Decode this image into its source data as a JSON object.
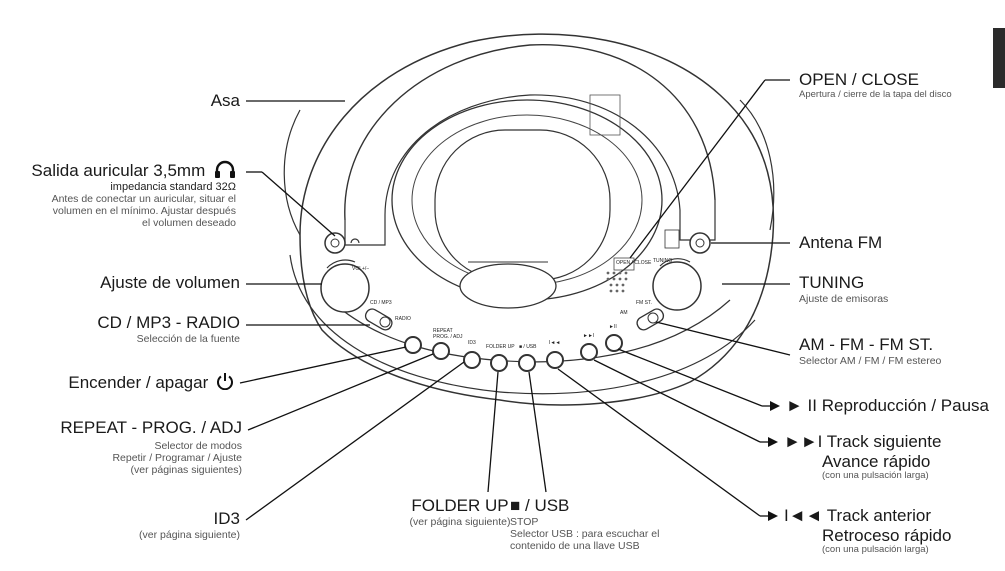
{
  "labels": {
    "asa": "Asa",
    "headphone_title": "Salida auricular 3,5mm",
    "headphone_impedance": "impedancia standard 32Ω",
    "headphone_note_1": "Antes de conectar un auricular, situar el",
    "headphone_note_2": "volumen en el mínimo. Ajustar después",
    "headphone_note_3": "el volumen deseado",
    "volume": "Ajuste de volumen",
    "source_title": "CD / MP3  -  RADIO",
    "source_sub": "Selección de la fuente",
    "power": "Encender / apagar",
    "repeat_title": "REPEAT - PROG. / ADJ",
    "repeat_sub_1": "Selector de modos",
    "repeat_sub_2": "Repetir / Programar / Ajuste",
    "repeat_sub_3": "(ver páginas siguientes)",
    "id3_title": "ID3",
    "id3_sub": "(ver página siguiente)",
    "folder_title": "FOLDER UP",
    "folder_sub": "(ver página siguiente)",
    "usb_title": "■ / USB",
    "usb_stop": "STOP",
    "usb_sub_1": "Selector USB : para escuchar el",
    "usb_sub_2": "contenido de una llave USB",
    "open_title": "OPEN / CLOSE",
    "open_sub": "Apertura / cierre de la tapa del disco",
    "antenna": "Antena FM",
    "tuning_title": "TUNING",
    "tuning_sub": "Ajuste de emisoras",
    "band_title": "AM - FM - FM ST.",
    "band_sub": "Selector AM / FM / FM estereo",
    "play": "► II Reproducción / Pausa",
    "next_title_1": "►►I Track siguiente",
    "next_title_2": "Avance rápido",
    "next_sub": "(con una pulsación larga)",
    "prev_title_1": "I◄◄ Track anterior",
    "prev_title_2": "Retroceso rápido",
    "prev_sub": "(con una pulsación larga)"
  },
  "device": {
    "vol_label": "VOL+/−",
    "tuning_label": "TUNING",
    "cdmp3_label": "CD / MP3",
    "radio_label": "RADIO",
    "am_label": "AM",
    "fmst_label": "FM ST.",
    "repeat_label": "REPEAT",
    "progadj_label": "PROG. / ADJ",
    "id3_btn": "ID3",
    "folder_btn": "FOLDER UP",
    "usb_btn": "■ / USB",
    "prev_btn": "I◄◄",
    "next_btn": "►►I",
    "play_btn": "►II",
    "open_btn": "OPEN / CLOSE"
  }
}
